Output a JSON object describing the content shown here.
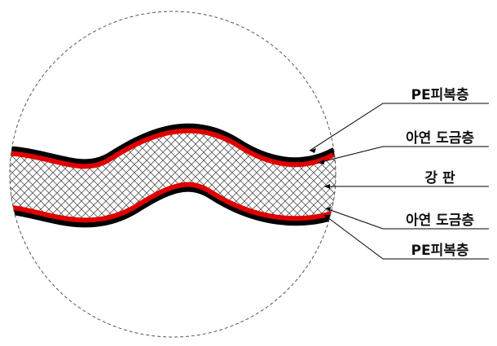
{
  "diagram": {
    "labels": {
      "pe_coating_top": "PE피복층",
      "zinc_plating_top": "아연 도금층",
      "steel_plate": "강 판",
      "zinc_plating_bottom": "아연 도금층",
      "pe_coating_bottom": "PE피복층"
    },
    "colors": {
      "pe_coating": "#000000",
      "zinc_plating": "#e00000",
      "steel_plate_hatch": "#555555",
      "circle_outline": "#555555"
    }
  }
}
